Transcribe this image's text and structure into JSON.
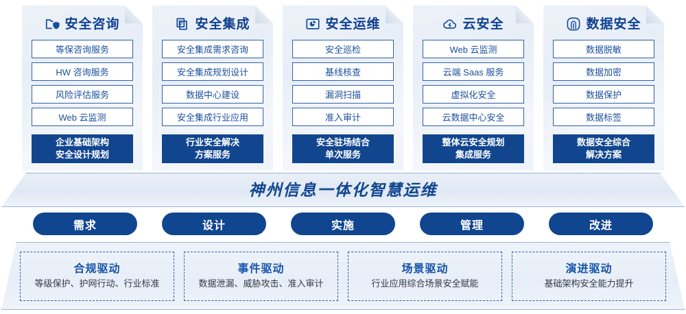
{
  "cards": [
    {
      "icon": "folder-shield-icon",
      "title": "安全咨询",
      "items": [
        "等保咨询服务",
        "HW 咨询服务",
        "风险评估服务",
        "Web 云监测"
      ],
      "footer": [
        "企业基础架构",
        "安全设计规划"
      ]
    },
    {
      "icon": "documents-stack-icon",
      "title": "安全集成",
      "items": [
        "安全集成需求咨询",
        "安全集成规划设计",
        "数据中心建设",
        "安全集成行业应用"
      ],
      "footer": [
        "行业安全解决",
        "方案服务"
      ]
    },
    {
      "icon": "monitor-chart-icon",
      "title": "安全运维",
      "items": [
        "安全巡检",
        "基线核查",
        "漏洞扫描",
        "准入审计"
      ],
      "footer": [
        "安全驻场结合",
        "单次服务"
      ]
    },
    {
      "icon": "cloud-icon",
      "title": "云安全",
      "items": [
        "Web 云监测",
        "云端 Saas 服务",
        "虚拟化安全",
        "云数据中心安全"
      ],
      "footer": [
        "整体云安全规划",
        "集成服务"
      ]
    },
    {
      "icon": "fingerprint-icon",
      "title": "数据安全",
      "items": [
        "数据脱敏",
        "数据加密",
        "数据保护",
        "数据标签"
      ],
      "footer": [
        "数据安全综合",
        "解决方案"
      ]
    }
  ],
  "banner": {
    "title": "神州信息一体化智慧运维"
  },
  "phases": [
    {
      "label": "需求"
    },
    {
      "label": "设计"
    },
    {
      "label": "实施"
    },
    {
      "label": "管理"
    },
    {
      "label": "改进"
    }
  ],
  "drivers": [
    {
      "title": "合规驱动",
      "desc": "等级保护、护网行动、行业标准"
    },
    {
      "title": "事件驱动",
      "desc": "数据泄漏、威胁攻击、准入审计"
    },
    {
      "title": "场景驱动",
      "desc": "行业应用综合场景安全赋能"
    },
    {
      "title": "演进驱动",
      "desc": "基础架构安全能力提升"
    }
  ],
  "colors": {
    "primary_dark": "#11468f",
    "primary": "#1553ab",
    "item_border": "#2f5fa8",
    "panel_border": "#9db4d4"
  }
}
